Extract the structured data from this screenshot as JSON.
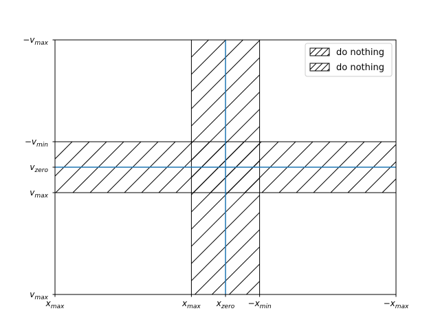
{
  "chart_data": {
    "type": "area",
    "title": "",
    "xlabel": "",
    "ylabel": "",
    "x_ticks": [
      {
        "value": -5,
        "label": "x",
        "sub": "max"
      },
      {
        "value": 0,
        "label": "x",
        "sub": "max"
      },
      {
        "value": 1.25,
        "label": "x",
        "sub": "zero"
      },
      {
        "value": 2.5,
        "label": "−x",
        "sub": "min"
      },
      {
        "value": 7.5,
        "label": "−x",
        "sub": "max"
      }
    ],
    "y_ticks": [
      {
        "value": -5,
        "label": "v",
        "sub": "max"
      },
      {
        "value": -1,
        "label": "v",
        "sub": "max"
      },
      {
        "value": 0,
        "label": "v",
        "sub": "zero"
      },
      {
        "value": 1,
        "label": "−v",
        "sub": "min"
      },
      {
        "value": 5,
        "label": "−v",
        "sub": "max"
      }
    ],
    "xlim": [
      -5,
      7.5
    ],
    "ylim": [
      -5,
      5
    ],
    "series": [
      {
        "name": "do nothing",
        "orientation": "vertical",
        "span": [
          0,
          2.5
        ],
        "hatch": "/"
      },
      {
        "name": "do nothing",
        "orientation": "horizontal",
        "span": [
          -1,
          1
        ],
        "hatch": "/"
      }
    ],
    "zero_lines": {
      "x": 1.25,
      "y": 0,
      "color": "#1f77b4"
    },
    "grid": false,
    "legend": "top-right"
  }
}
